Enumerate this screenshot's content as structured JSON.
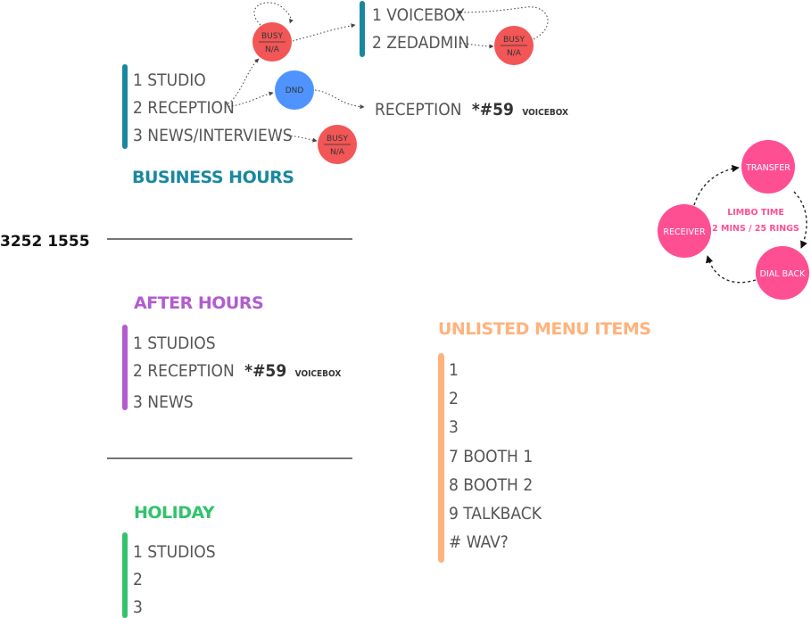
{
  "phone_number": "3252 1555",
  "colors": {
    "business": "#19889f",
    "after_hours": "#b25ccf",
    "holiday": "#32c36c",
    "unlisted": "#ffb27c",
    "busy": "#f25656",
    "dnd": "#4f93ff",
    "limbo": "#ff4f93"
  },
  "business_hours": {
    "heading": "BUSINESS HOURS",
    "items": [
      "1 STUDIO",
      "2 RECEPTION",
      "3 NEWS/INTERVIEWS"
    ],
    "submenu": [
      "1 VOICEBOX",
      "2 ZEDADMIN"
    ],
    "busy_top": "BUSY",
    "busy_bottom": "N/A",
    "dnd": "DND",
    "reception_fallback": "RECEPTION",
    "reception_code": "*#59",
    "reception_voicebox": "VOICEBOX"
  },
  "after_hours": {
    "heading": "AFTER HOURS",
    "items": [
      "1 STUDIOS",
      "2 RECEPTION",
      "3 NEWS"
    ],
    "reception_code": "*#59",
    "reception_voicebox": "VOICEBOX"
  },
  "holiday": {
    "heading": "HOLIDAY",
    "items": [
      "1 STUDIOS",
      "2",
      "3"
    ]
  },
  "unlisted": {
    "heading": "UNLISTED MENU ITEMS",
    "items": [
      "1",
      "2",
      "3",
      "7 BOOTH 1",
      "8 BOOTH 2",
      "9 TALKBACK",
      "# WAV?"
    ]
  },
  "limbo": {
    "nodes": [
      "TRANSFER",
      "DIAL BACK",
      "RECEIVER"
    ],
    "note_line1": "LIMBO TIME",
    "note_line2": "2 MINS / 25 RINGS"
  }
}
